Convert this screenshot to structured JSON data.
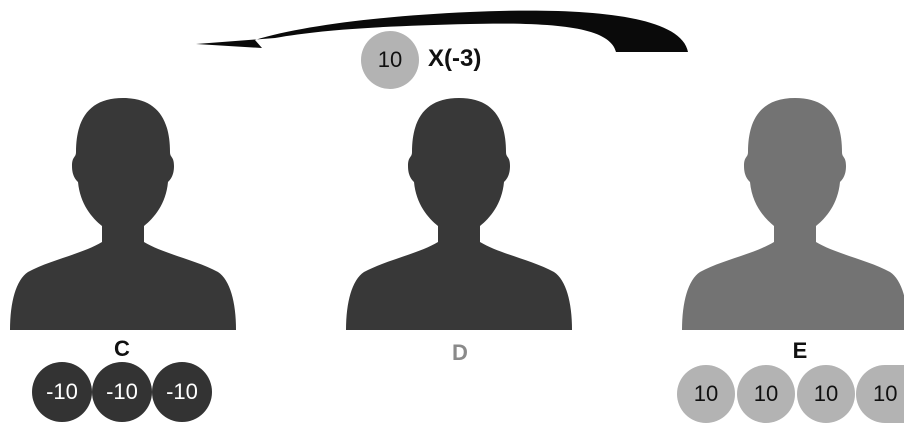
{
  "colors": {
    "dark_person": "#383838",
    "light_person": "#737373",
    "dark_coin": "#333333",
    "light_coin": "#b3b3b3",
    "arrow": "#0a0a0a"
  },
  "transfer": {
    "coin_value": "10",
    "multiplier": "X(-3)",
    "direction": "E to C"
  },
  "persons": [
    {
      "id": "C",
      "label": "C",
      "label_color": "#111111",
      "tone": "dark",
      "coins": [
        "-10",
        "-10",
        "-10"
      ]
    },
    {
      "id": "D",
      "label": "D",
      "label_color": "#8a8a8a",
      "tone": "dark",
      "coins": []
    },
    {
      "id": "E",
      "label": "E",
      "label_color": "#111111",
      "tone": "light",
      "coins": [
        "10",
        "10",
        "10",
        "10"
      ]
    }
  ]
}
